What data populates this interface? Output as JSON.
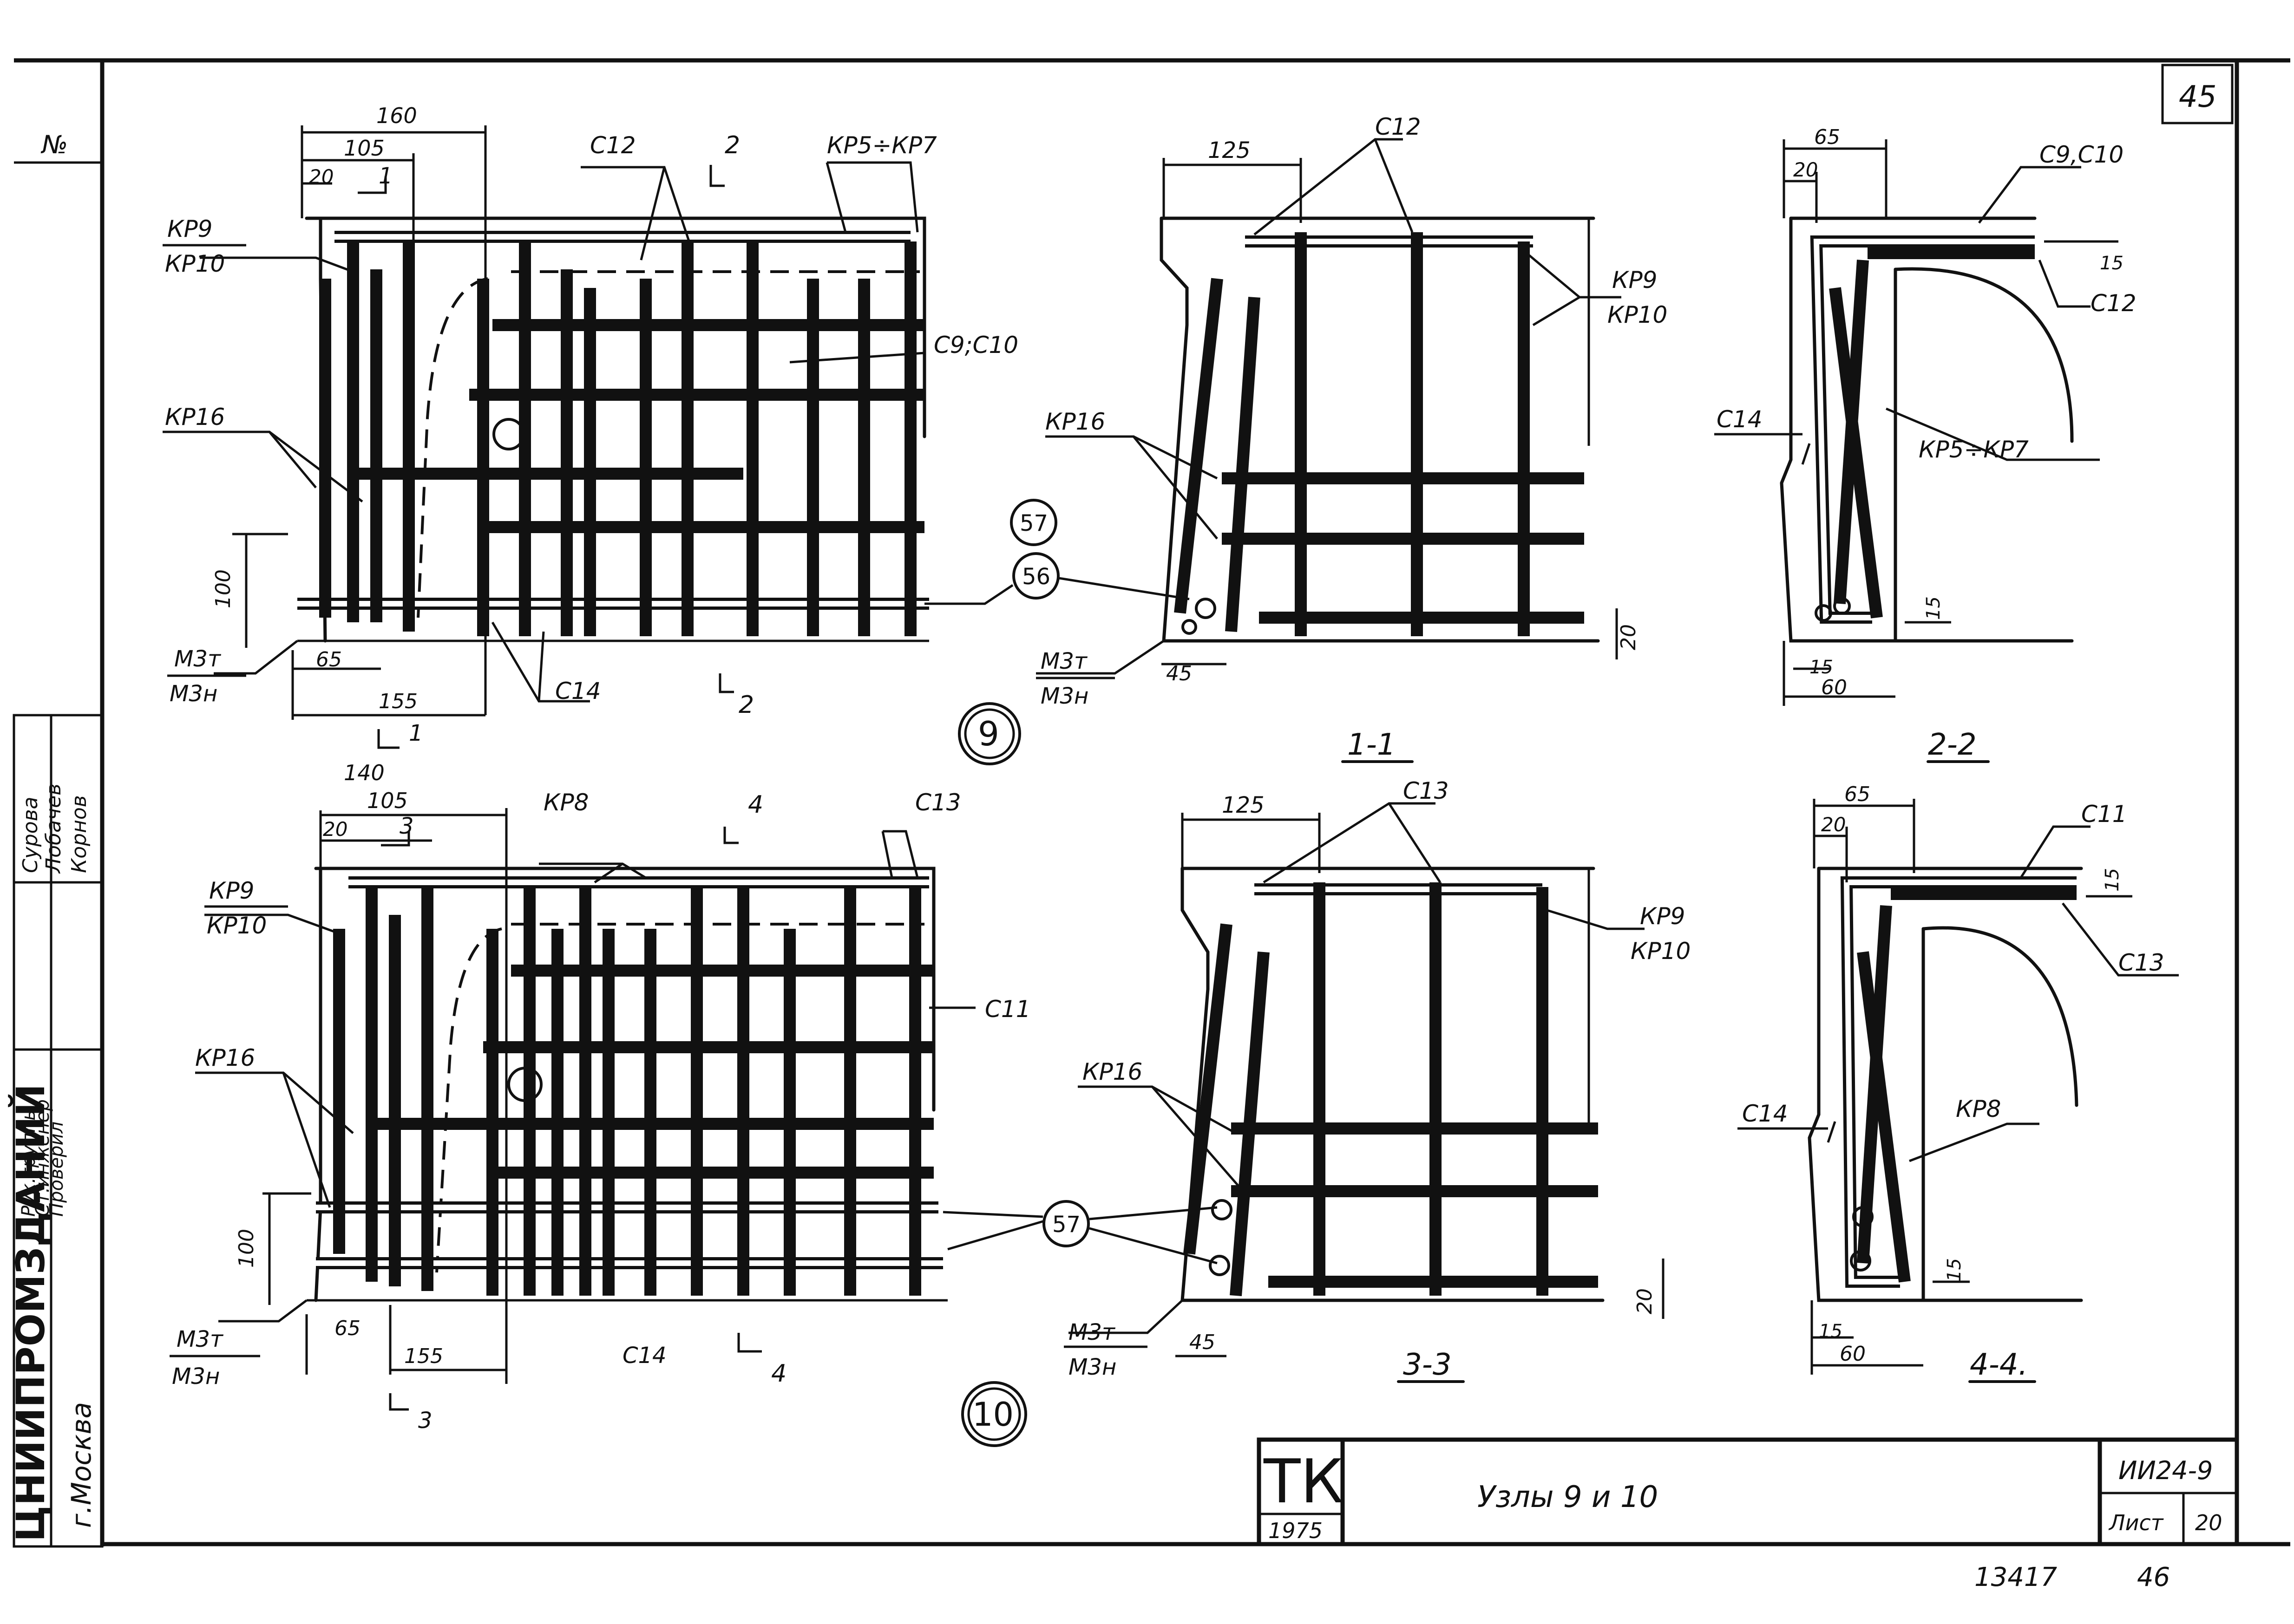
{
  "sheet": {
    "corner_number": "45",
    "inventory_label": "№",
    "bottom_number": "13417",
    "bottom_page": "46"
  },
  "stamp": {
    "org": "ЦНИИПРОМЗДАНИЙ",
    "city": "г.Москва",
    "roles": [
      "Рук.группы",
      "Ст.инженер",
      "Проверил"
    ],
    "names": [
      "Сурова",
      "Лобачев",
      "Корнов"
    ]
  },
  "title_block": {
    "logo": "ТК",
    "year": "1975",
    "title": "Узлы 9 и 10",
    "series": "ИИ24-9",
    "sheet_label": "Лист",
    "sheet_no": "20"
  },
  "node9": {
    "number": "9",
    "labels": {
      "kp9": "КР9",
      "kp10": "КР10",
      "kp16": "КР16",
      "c12": "С12",
      "kp5_kp7": "КР5÷КР7",
      "c9_c10": "С9;С10",
      "c14": "С14",
      "m3t": "М3т",
      "m3n": "М3н"
    },
    "dims": {
      "d160": "160",
      "d105": "105",
      "d20": "20",
      "d100": "100",
      "d65": "65",
      "d155": "155"
    },
    "section_marks": {
      "s1": "1",
      "s2": "2"
    }
  },
  "node10": {
    "number": "10",
    "labels": {
      "kp8": "КР8",
      "c13": "С13",
      "kp9": "КР9",
      "kp10": "КР10",
      "c11": "С11",
      "kp16": "КР16",
      "c14": "С14",
      "m3t": "М3т",
      "m3n": "М3н"
    },
    "dims": {
      "d140": "140",
      "d105": "105",
      "d20": "20",
      "d100": "100",
      "d65": "65",
      "d155": "155"
    },
    "section_marks": {
      "s3": "3",
      "s4": "4"
    }
  },
  "markers": {
    "m57": "57",
    "m56": "56"
  },
  "section_1_1": {
    "title": "1-1",
    "labels": {
      "c12": "С12",
      "kp9": "КР9",
      "kp10": "КР10",
      "kp16": "КР16",
      "m3t": "М3т",
      "m3n": "М3н"
    },
    "dims": {
      "d125": "125",
      "d45": "45",
      "d20": "20"
    }
  },
  "section_2_2": {
    "title": "2-2",
    "labels": {
      "c9_c10": "С9,С10",
      "c12": "С12",
      "c14": "С14",
      "kp5_kp7": "КР5÷КР7"
    },
    "dims": {
      "d65": "65",
      "d20": "20",
      "d15a": "15",
      "d15b": "15",
      "d15c": "15",
      "d60": "60"
    }
  },
  "section_3_3": {
    "title": "3-3",
    "labels": {
      "c13": "С13",
      "kp9": "КР9",
      "kp10": "КР10",
      "kp16": "КР16",
      "m3t": "М3т",
      "m3n": "М3н"
    },
    "dims": {
      "d125": "125",
      "d45": "45",
      "d20": "20"
    }
  },
  "section_4_4": {
    "title": "4-4.",
    "labels": {
      "c11": "С11",
      "c13": "С13",
      "c14": "С14",
      "kp8": "КР8"
    },
    "dims": {
      "d65": "65",
      "d20": "20",
      "d15a": "15",
      "d15b": "15",
      "d15c": "15",
      "d60": "60"
    }
  }
}
